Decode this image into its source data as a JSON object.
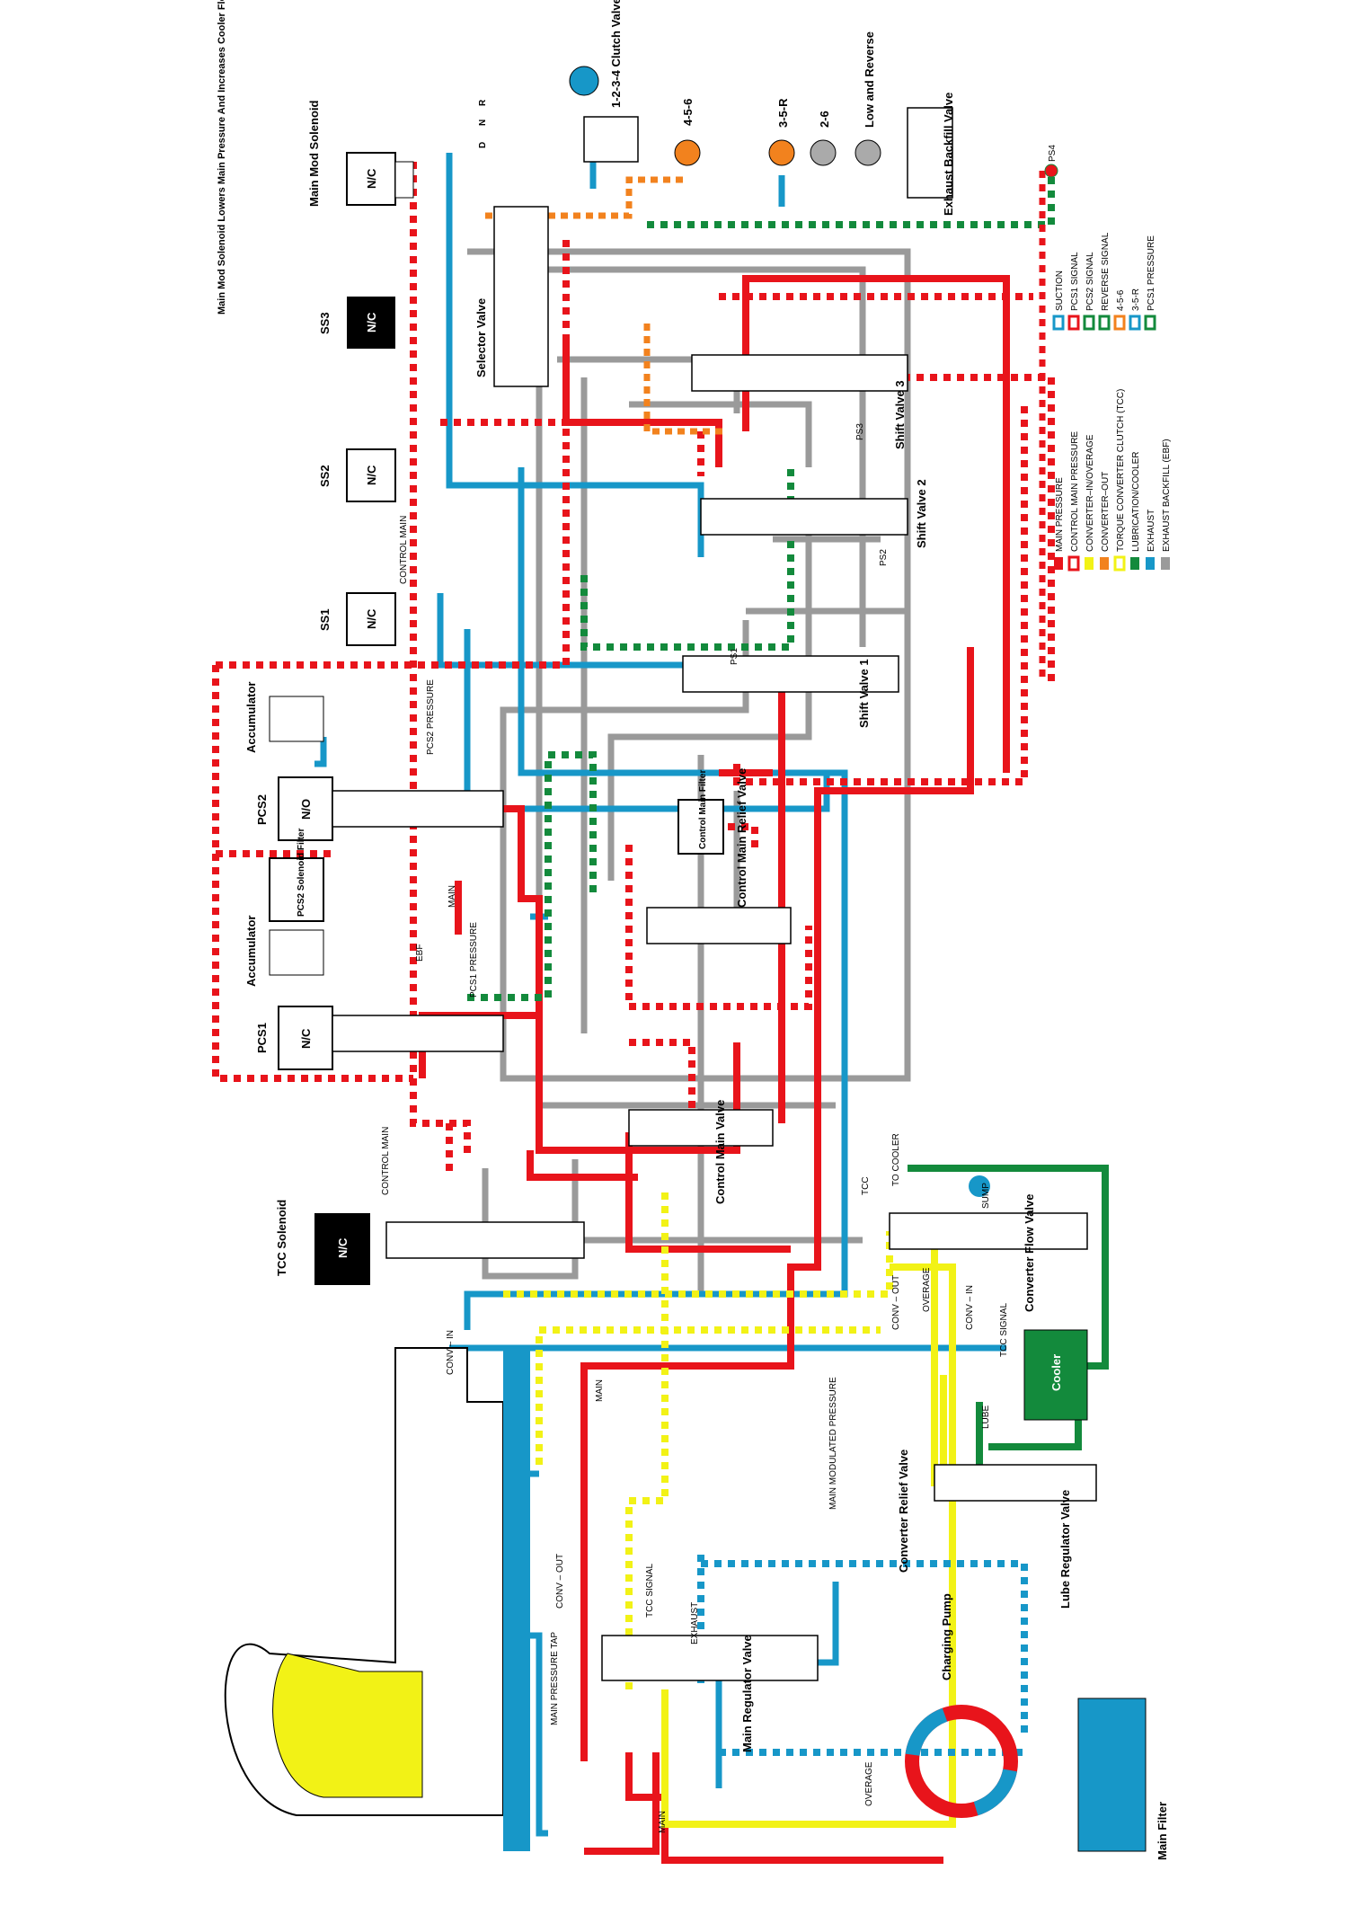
{
  "header_note": "Main Mod Solenoid Lowers Main Pressure And Increases Cooler Flow When Energized (Typically at Low Throttle, Low Speed)",
  "selector_positions": [
    "D",
    "N",
    "R"
  ],
  "colors": {
    "main_pressure": "#e8141b",
    "control_main": "#e8141b",
    "converter_in_overage": "#f2f216",
    "converter_out": "#f2821e",
    "tcc": "#f2f216",
    "lube_cooler": "#138a3c",
    "exhaust": "#1797c8",
    "ebf": "#9a9a9a",
    "suction": "#1797c8",
    "pcs1_signal": "#e8141b",
    "pcs2_signal": "#138a3c",
    "reverse_signal": "#138a3c",
    "456": "#f2821e",
    "35r": "#1797c8",
    "pcs1_pressure": "#138a3c"
  },
  "solenoids": {
    "main_mod": {
      "name": "Main Mod Solenoid",
      "state": "N/C"
    },
    "ss3": {
      "name": "SS3",
      "state": "N/C"
    },
    "ss2": {
      "name": "SS2",
      "state": "N/C"
    },
    "ss1": {
      "name": "SS1",
      "state": "N/C"
    },
    "pcs2": {
      "name": "PCS2",
      "state": "N/O"
    },
    "pcs1": {
      "name": "PCS1",
      "state": "N/C"
    },
    "tcc": {
      "name": "TCC Solenoid",
      "state": "N/C"
    }
  },
  "components": {
    "clutch_1234": "1-2-3-4 Clutch Valve",
    "c456": "4-5-6",
    "c35r": "3-5-R",
    "c26": "2-6",
    "low_reverse": "Low and Reverse",
    "exhaust_backfill": "Exhaust Backfill Valve",
    "ps4": "PS4",
    "selector": "Selector Valve",
    "shift3": "Shift Valve 3",
    "shift2": "Shift Valve 2",
    "shift1": "Shift Valve 1",
    "ps1": "PS1",
    "ps2": "PS2",
    "ps3": "PS3",
    "accumulator": "Accumulator",
    "pcs2_filter": "PCS2 Solenoid Filter",
    "control_main_filter": "Control Main Filter",
    "control_main_relief": "Control Main Relief Valve",
    "control_main_valve": "Control Main Valve",
    "converter_flow": "Converter Flow Valve",
    "cooler": "Cooler",
    "sump": "SUMP",
    "converter_relief": "Converter Relief Valve",
    "lube_regulator": "Lube Regulator Valve",
    "charging_pump": "Charging Pump",
    "main_regulator": "Main Regulator Valve",
    "main_filter": "Main Filter",
    "main_pressure_tap": "MAIN PRESSURE TAP"
  },
  "line_labels": {
    "control_main_1": "CONTROL MAIN",
    "control_main_2": "CONTROL MAIN",
    "pcs2_pressure": "PCS2 PRESSURE",
    "pcs1_pressure": "PCS1 PRESSURE",
    "main_a": "MAIN",
    "main_b": "MAIN",
    "main_c": "MAIN",
    "ebf": "EBF",
    "tcc": "TCC",
    "to_cooler": "TO COOLER",
    "conv_out_a": "CONV – OUT",
    "conv_out_b": "CONV – OUT",
    "overage_a": "OVERAGE",
    "overage_b": "OVERAGE",
    "conv_in_a": "CONV – IN",
    "conv_in_b": "CONV – IN",
    "tcc_signal_a": "TCC SIGNAL",
    "tcc_signal_b": "TCC SIGNAL",
    "lube": "LUBE",
    "main_modulated": "MAIN MODULATED PRESSURE",
    "exhaust": "EXHAUST"
  },
  "legend_left": [
    {
      "label": "MAIN PRESSURE",
      "color": "#e8141b",
      "pattern": "solid"
    },
    {
      "label": "CONTROL MAIN PRESSURE",
      "color": "#e8141b",
      "pattern": "dash"
    },
    {
      "label": "CONVERTER–IN/OVERAGE",
      "color": "#f2f216",
      "pattern": "solid"
    },
    {
      "label": "CONVERTER–OUT",
      "color": "#f2821e",
      "pattern": "solid"
    },
    {
      "label": "TORQUE CONVERTER CLUTCH (TCC)",
      "color": "#f2f216",
      "pattern": "dash"
    },
    {
      "label": "LUBRICATION/COOLER",
      "color": "#138a3c",
      "pattern": "solid"
    },
    {
      "label": "EXHAUST",
      "color": "#1797c8",
      "pattern": "solid"
    },
    {
      "label": "EXHAUST BACKFILL (EBF)",
      "color": "#9a9a9a",
      "pattern": "solid"
    }
  ],
  "legend_right": [
    {
      "label": "SUCTION",
      "color": "#1797c8",
      "pattern": "dash"
    },
    {
      "label": "PCS1 SIGNAL",
      "color": "#e8141b",
      "pattern": "dash2"
    },
    {
      "label": "PCS2 SIGNAL",
      "color": "#138a3c",
      "pattern": "dash2"
    },
    {
      "label": "REVERSE SIGNAL",
      "color": "#138a3c",
      "pattern": "dashred"
    },
    {
      "label": "4-5-6",
      "color": "#f2821e",
      "pattern": "dash"
    },
    {
      "label": "3-5-R",
      "color": "#1797c8",
      "pattern": "dashorange"
    },
    {
      "label": "PCS1 PRESSURE",
      "color": "#138a3c",
      "pattern": "dash"
    }
  ]
}
